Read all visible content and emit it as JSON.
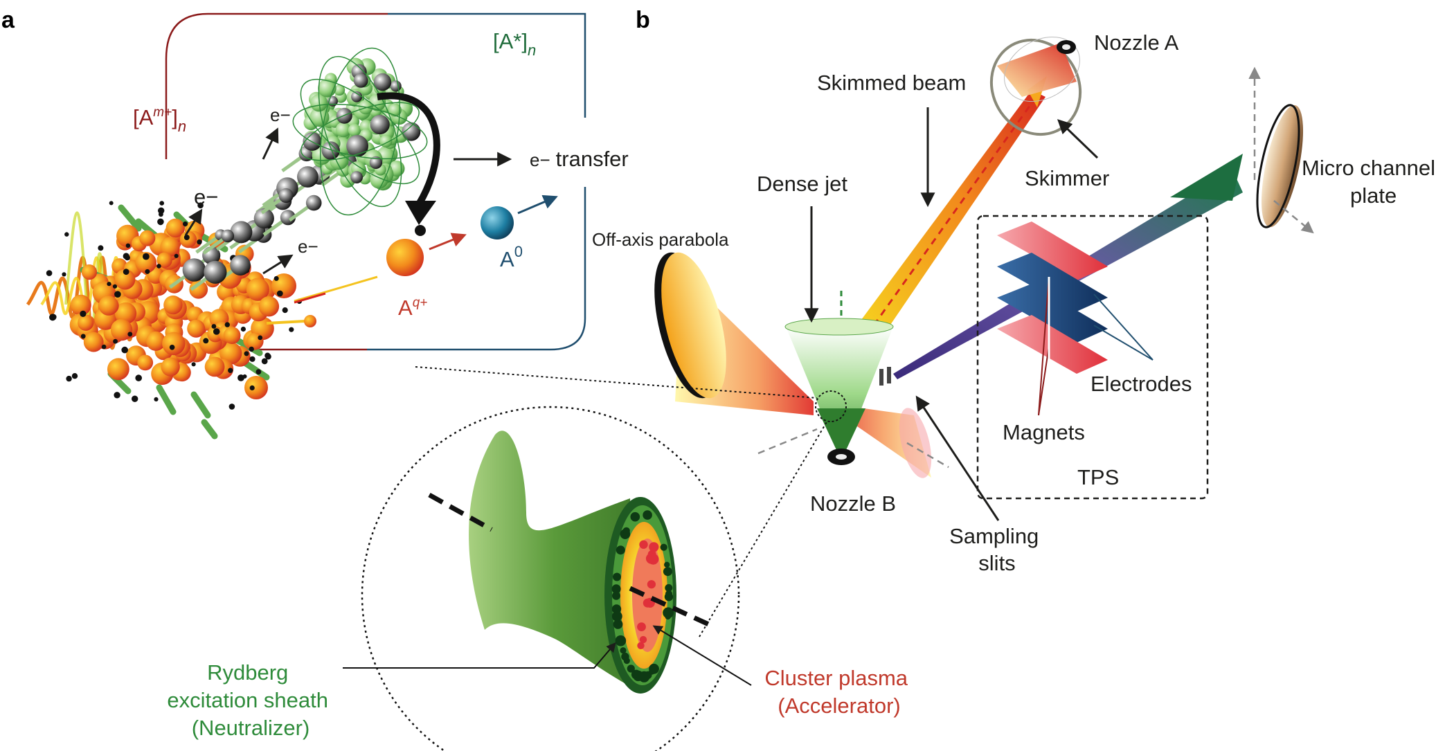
{
  "panels": {
    "a": "a",
    "b": "b"
  },
  "panel_a": {
    "cluster_ion": {
      "base": "[A",
      "sup": "m+",
      "close": "]",
      "sub": "n"
    },
    "cluster_excited": {
      "base": "[A*]",
      "sub": "n"
    },
    "electron_1": "e−",
    "electron_2": "e−",
    "electron_3": "e−",
    "e_transfer": {
      "prefix": "e−",
      "text": "transfer"
    },
    "ion": {
      "base": "A",
      "sup": "q+"
    },
    "neutral": {
      "base": "A",
      "sup": "0"
    }
  },
  "panel_b": {
    "nozzle_a": "Nozzle A",
    "skimmed_beam": "Skimmed beam",
    "skimmer": "Skimmer",
    "micro_channel_plate": [
      "Micro channel",
      "plate"
    ],
    "dense_jet": "Dense jet",
    "off_axis_parabola": "Off-axis parabola",
    "electrodes": "Electrodes",
    "magnets": "Magnets",
    "tps": "TPS",
    "nozzle_b": "Nozzle B",
    "sampling_slits": [
      "Sampling",
      "slits"
    ],
    "rydberg_sheath": [
      "Rydberg",
      "excitation sheath",
      "(Neutralizer)"
    ],
    "cluster_plasma": [
      "Cluster plasma",
      "(Accelerator)"
    ]
  },
  "colors": {
    "ion_red": "#c0392b",
    "excited_green": "#2e8b3a",
    "neutral_blue": "#1f4e6e",
    "cluster_orange": "#f08a1c"
  }
}
